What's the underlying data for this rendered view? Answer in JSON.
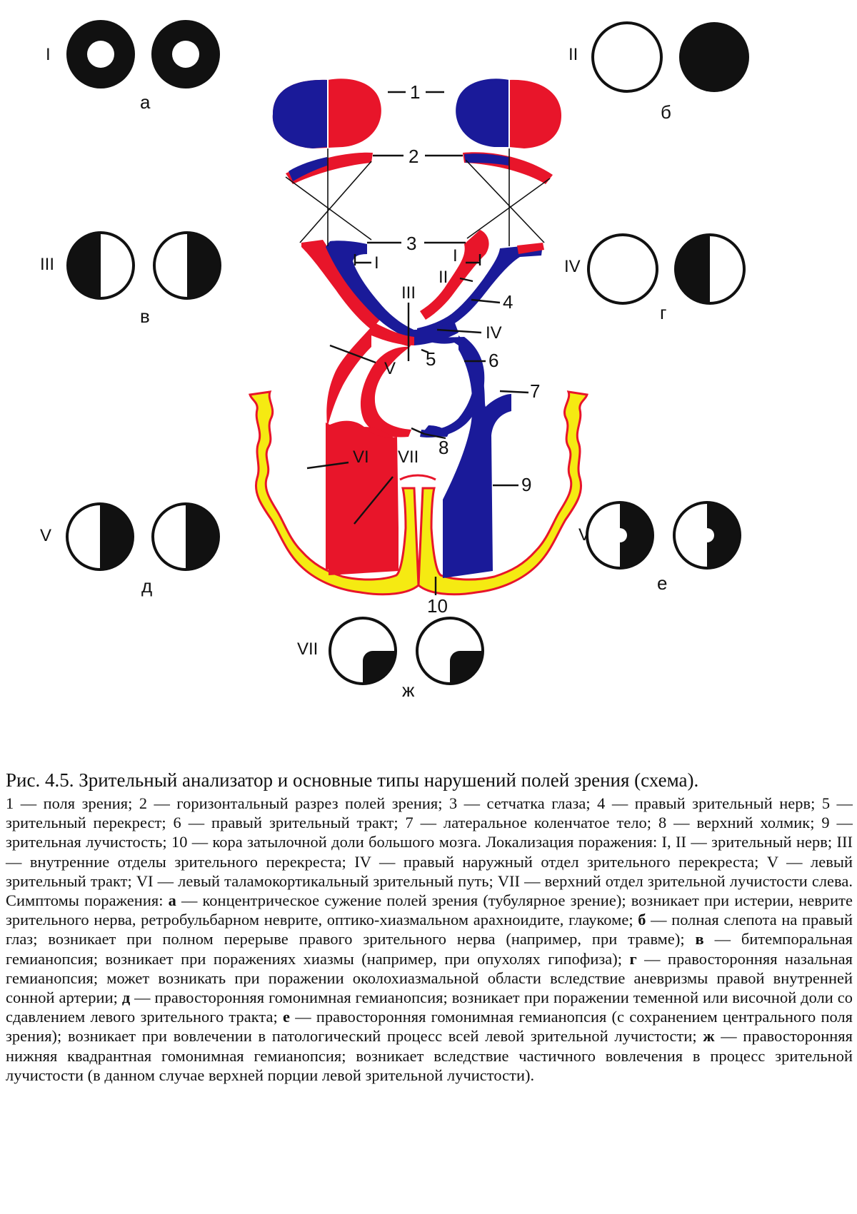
{
  "colors": {
    "right_half": "#e8152a",
    "left_half": "#1a1a99",
    "cortex": "#f5ea12",
    "cortex_outline": "#e8152a",
    "ink": "#111111"
  },
  "labels": {
    "n1": "1",
    "n2": "2",
    "n3": "3",
    "n4": "4",
    "n5": "5",
    "n6": "6",
    "n7": "7",
    "n8": "8",
    "n9": "9",
    "n10": "10",
    "lesion_I_left": "I",
    "lesion_I_right": "I",
    "lesion_II": "II",
    "lesion_III": "III",
    "lesion_IV": "IV",
    "lesion_V": "V",
    "lesion_VI": "VI",
    "lesion_VII": "VII"
  },
  "field_panels": [
    {
      "roman": "I",
      "letter": "а"
    },
    {
      "roman": "II",
      "letter": "б"
    },
    {
      "roman": "III",
      "letter": "в"
    },
    {
      "roman": "IV",
      "letter": "г"
    },
    {
      "roman": "V",
      "letter": "д"
    },
    {
      "roman": "VI",
      "letter": "е"
    },
    {
      "roman": "VII",
      "letter": "ж"
    }
  ],
  "caption": {
    "title": "Рис. 4.5. Зрительный анализатор и основные типы нарушений полей зрения (схема).",
    "parts": [
      "1 — поля зрения; 2 — горизонтальный разрез полей зрения; 3 — сетчатка глаза; 4 — правый зрительный нерв; 5 — зрительный перекрест; 6 — правый зрительный тракт; 7 — латеральное коленчатое тело; 8 — верхний холмик; 9 — зрительная лучистость; 10 — кора затылочной доли большого мозга. Локализация поражения: I, II — зрительный нерв; III — внутренние отделы зрительного перекреста; IV — правый наружный отдел зрительного перекреста; V — левый зрительный тракт; VI — левый таламокортикальный зрительный путь; VII — верхний отдел зрительной лучистости слева. Симптомы поражения: ",
      "а",
      " — концентрическое сужение полей зрения (тубулярное зрение); возникает при истерии, неврите зрительного нерва, ретробульбарном неврите, оптико-хиазмальном арахноидите, глаукоме; ",
      "б",
      " — полная слепота на правый глаз; возникает при полном перерыве правого зрительного нерва (например, при травме); ",
      "в",
      " — битемпоральная гемианопсия; возникает при поражениях хиазмы (например, при опухолях гипофиза); ",
      "г",
      " — правосторонняя назальная гемианопсия; может возникать при поражении околохиазмальной области вследствие аневризмы правой внутренней сонной артерии; ",
      "д",
      " — правосторонняя гомонимная гемианопсия; возникает при поражении теменной или височной доли со сдавлением левого зрительного тракта; ",
      "е",
      " — правосторонняя гомонимная гемианопсия (с сохранением центрального поля зрения); возникает при вовлечении в патологический процесс всей левой зрительной лучистости; ",
      "ж",
      " — правосторонняя нижняя квадрантная гомонимная гемианопсия; возникает вследствие частичного вовлечения в процесс зрительной лучистости (в данном случае верхней порции левой зрительной лучистости)."
    ]
  }
}
